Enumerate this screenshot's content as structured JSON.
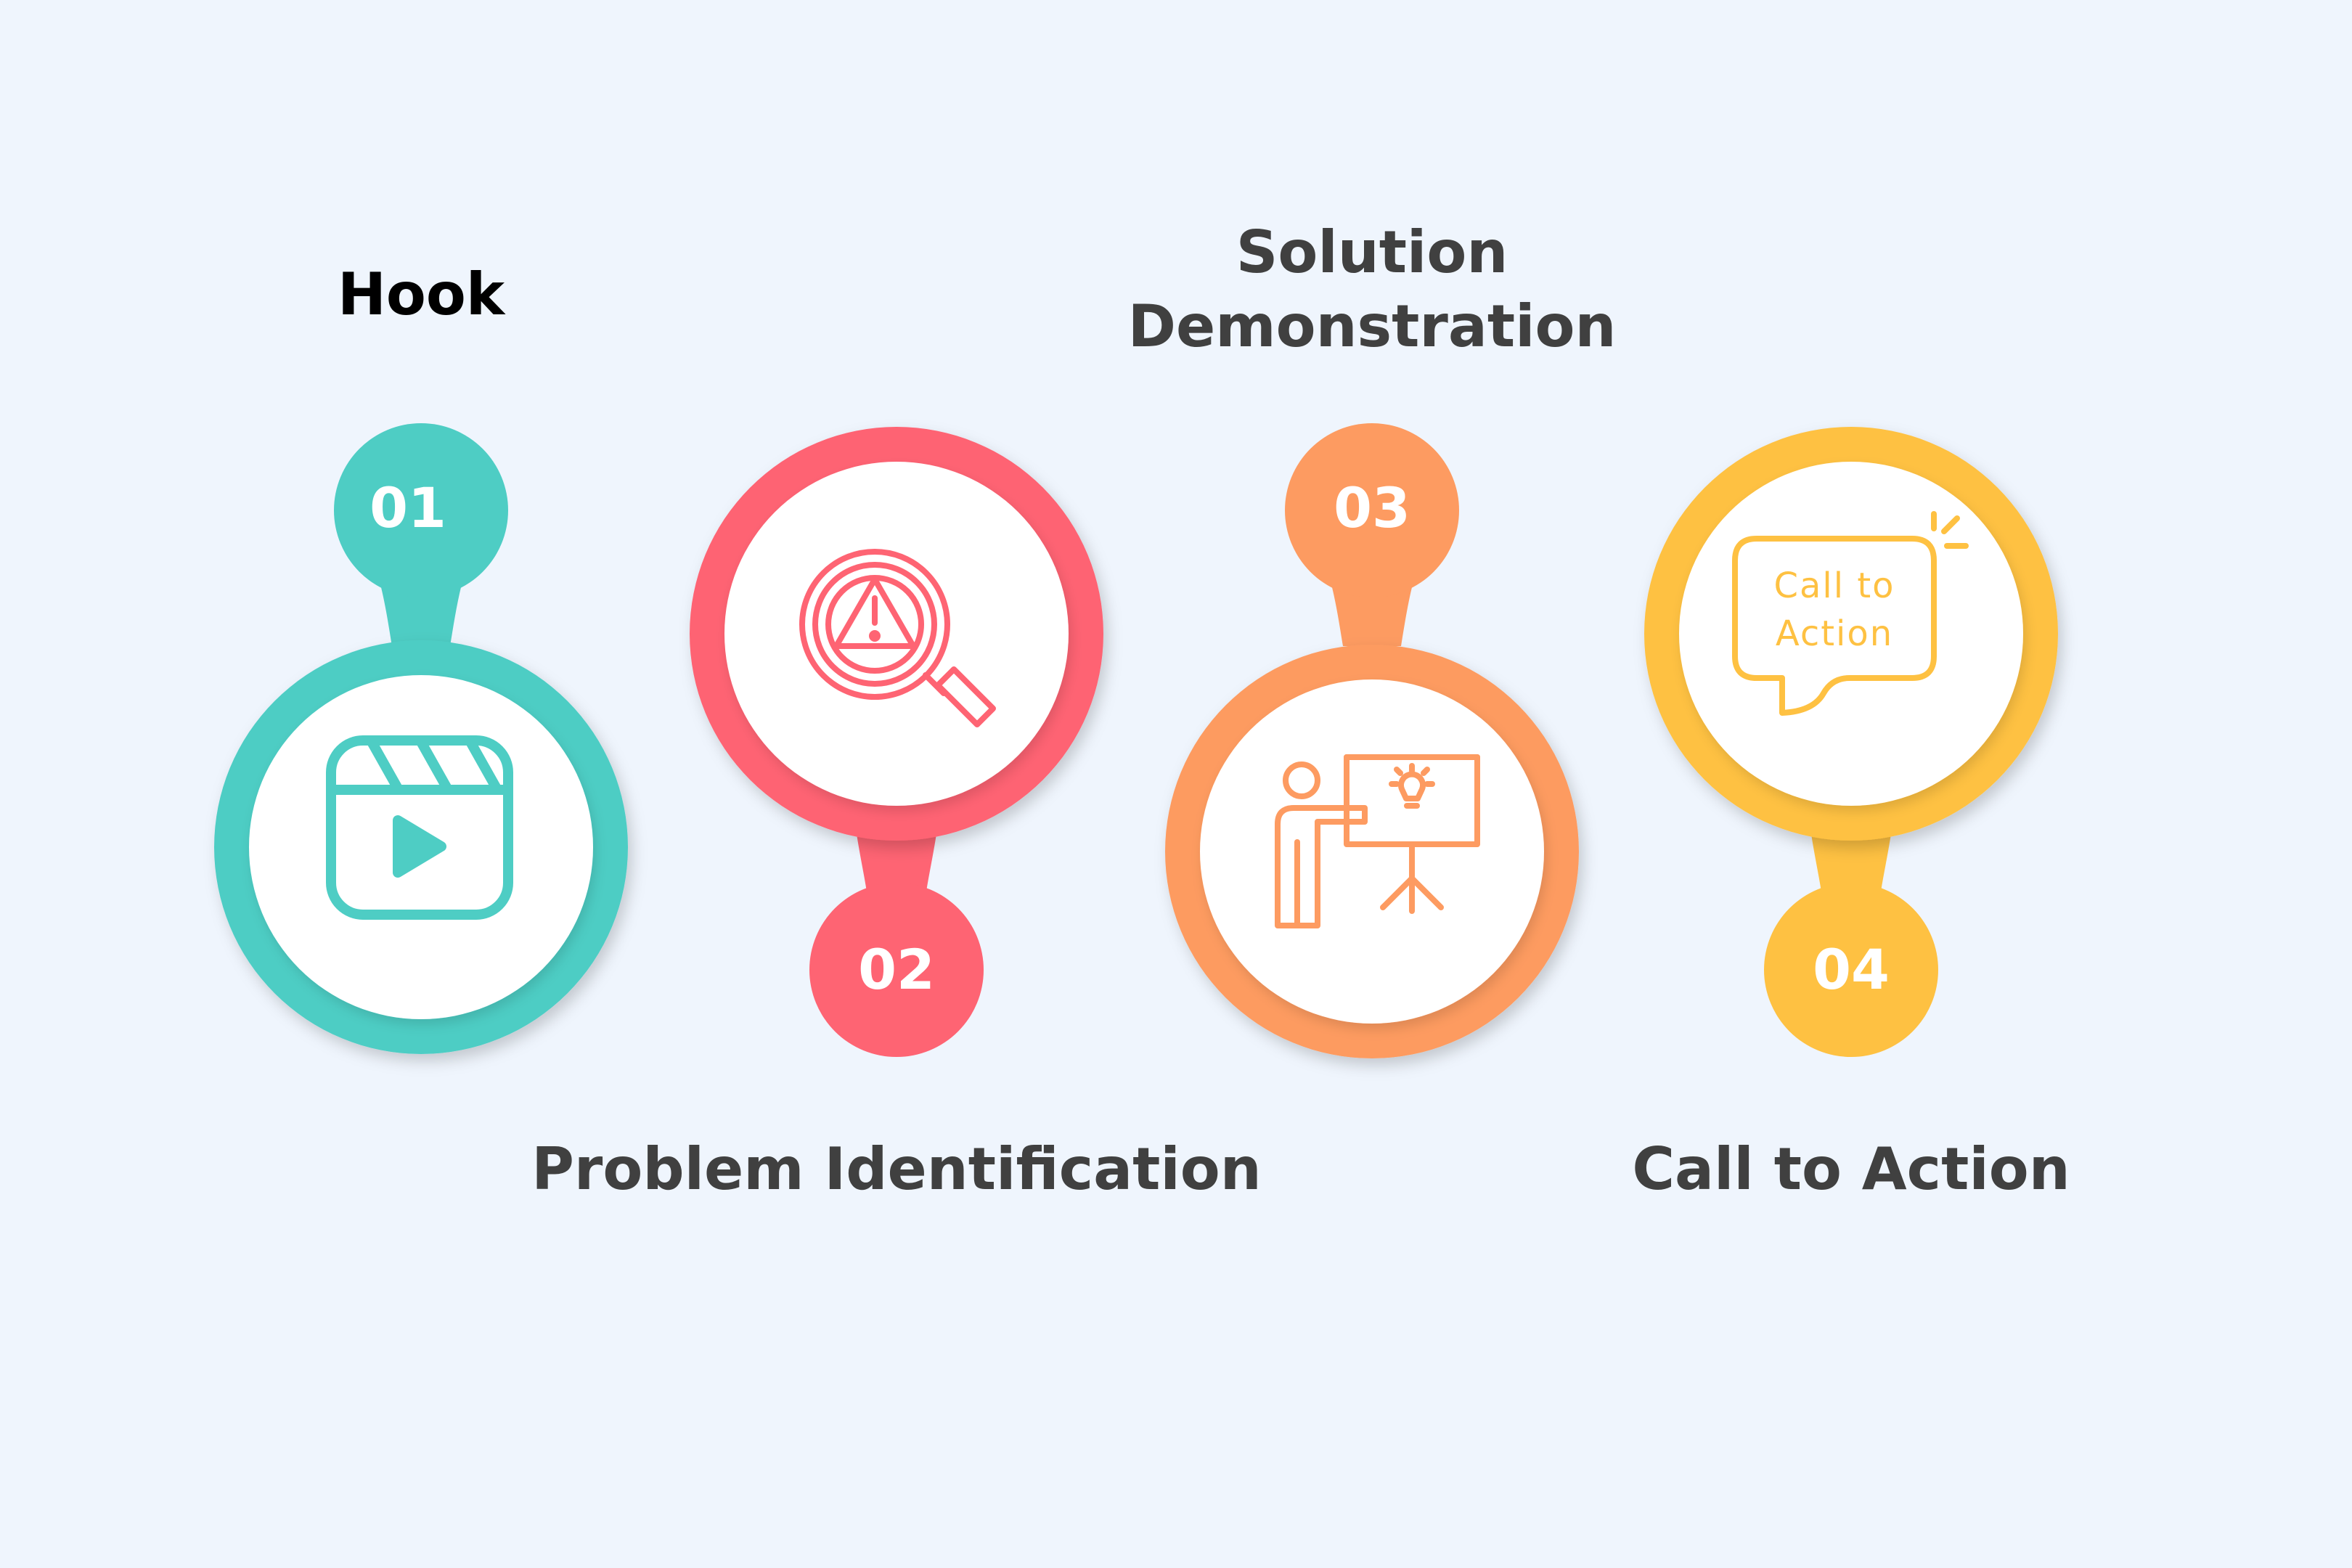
{
  "steps": [
    {
      "number": "01",
      "title": "Hook",
      "color": "#4ecdc4",
      "icon": "video-clapperboard-icon"
    },
    {
      "number": "02",
      "title": "Problem Identification",
      "color": "#fe6473",
      "icon": "magnifier-warning-icon"
    },
    {
      "number": "03",
      "title": "Solution Demonstration",
      "color": "#fd9b61",
      "icon": "presenter-whiteboard-icon"
    },
    {
      "number": "04",
      "title": "Call to Action",
      "color": "#fec142",
      "icon": "speech-bubble-icon"
    }
  ],
  "icon_texts": {
    "call_line1": "Call to",
    "call_line2": "Action"
  },
  "colors": {
    "background": "#eff5fd",
    "hook_title": "#000000",
    "title": "#404040",
    "inner_circle": "#ffffff"
  }
}
